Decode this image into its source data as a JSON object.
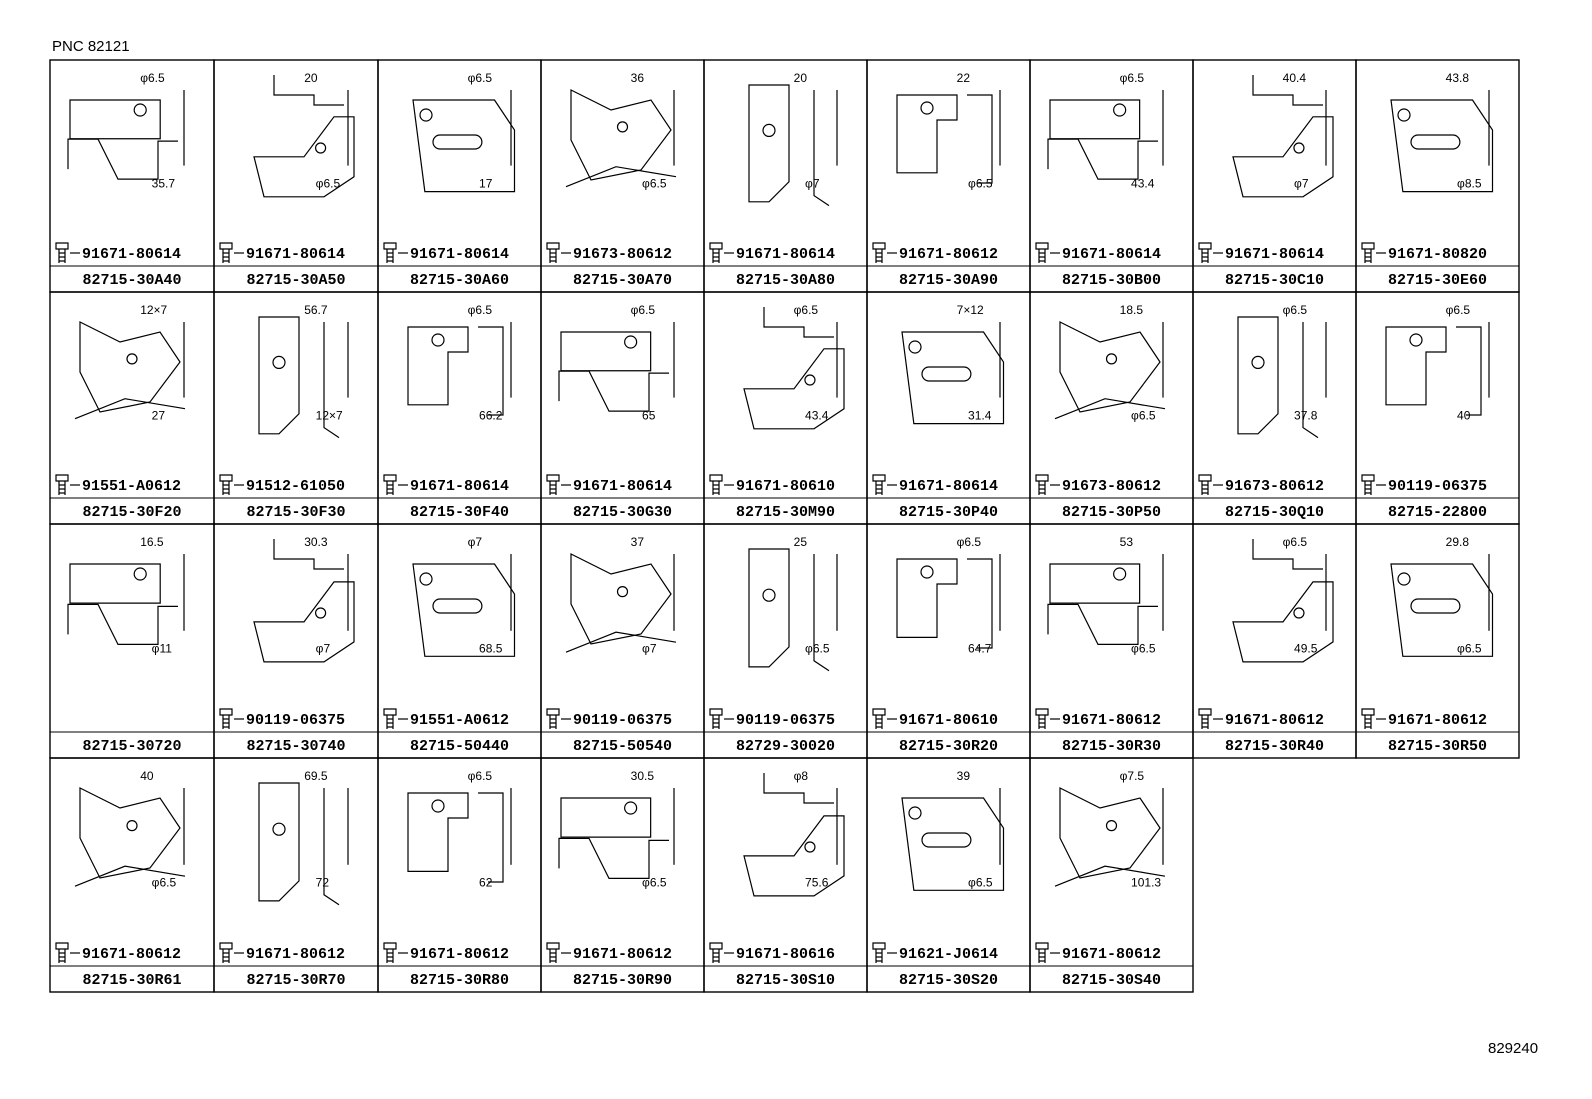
{
  "header": {
    "pnc": "PNC 82121"
  },
  "footer": {
    "ref": "829240"
  },
  "cells": [
    {
      "part": "82715-30A40",
      "bolt": "91671-80614",
      "dims": [
        "φ6.5",
        "35.7"
      ]
    },
    {
      "part": "82715-30A50",
      "bolt": "91671-80614",
      "dims": [
        "20",
        "φ6.5"
      ]
    },
    {
      "part": "82715-30A60",
      "bolt": "91671-80614",
      "dims": [
        "φ6.5",
        "17"
      ]
    },
    {
      "part": "82715-30A70",
      "bolt": "91673-80612",
      "dims": [
        "36",
        "φ6.5"
      ]
    },
    {
      "part": "82715-30A80",
      "bolt": "91671-80614",
      "dims": [
        "20",
        "φ7"
      ]
    },
    {
      "part": "82715-30A90",
      "bolt": "91671-80612",
      "dims": [
        "22",
        "φ6.5"
      ]
    },
    {
      "part": "82715-30B00",
      "bolt": "91671-80614",
      "dims": [
        "φ6.5",
        "43.4"
      ]
    },
    {
      "part": "82715-30C10",
      "bolt": "91671-80614",
      "dims": [
        "40.4",
        "φ7"
      ]
    },
    {
      "part": "82715-30E60",
      "bolt": "91671-80820",
      "dims": [
        "43.8",
        "φ8.5"
      ]
    },
    {
      "part": "82715-30F20",
      "bolt": "91551-A0612",
      "dims": [
        "12×7",
        "27"
      ]
    },
    {
      "part": "82715-30F30",
      "bolt": "91512-61050",
      "dims": [
        "56.7",
        "12×7"
      ]
    },
    {
      "part": "82715-30F40",
      "bolt": "91671-80614",
      "dims": [
        "φ6.5",
        "66.2"
      ]
    },
    {
      "part": "82715-30G30",
      "bolt": "91671-80614",
      "dims": [
        "φ6.5",
        "65"
      ]
    },
    {
      "part": "82715-30M90",
      "bolt": "91671-80610",
      "dims": [
        "φ6.5",
        "43.4"
      ]
    },
    {
      "part": "82715-30P40",
      "bolt": "91671-80614",
      "dims": [
        "7×12",
        "31.4"
      ]
    },
    {
      "part": "82715-30P50",
      "bolt": "91673-80612",
      "dims": [
        "18.5",
        "φ6.5"
      ]
    },
    {
      "part": "82715-30Q10",
      "bolt": "91673-80612",
      "dims": [
        "φ6.5",
        "37.8"
      ]
    },
    {
      "part": "82715-22800",
      "bolt": "90119-06375",
      "dims": [
        "φ6.5",
        "40"
      ]
    },
    {
      "part": "82715-30720",
      "bolt": "",
      "dims": [
        "16.5",
        "φ11"
      ]
    },
    {
      "part": "82715-30740",
      "bolt": "90119-06375",
      "dims": [
        "30.3",
        "φ7"
      ]
    },
    {
      "part": "82715-50440",
      "bolt": "91551-A0612",
      "dims": [
        "φ7",
        "68.5"
      ]
    },
    {
      "part": "82715-50540",
      "bolt": "90119-06375",
      "dims": [
        "37",
        "φ7"
      ]
    },
    {
      "part": "82729-30020",
      "bolt": "90119-06375",
      "dims": [
        "25",
        "φ6.5"
      ]
    },
    {
      "part": "82715-30R20",
      "bolt": "91671-80610",
      "dims": [
        "φ6.5",
        "64.7"
      ]
    },
    {
      "part": "82715-30R30",
      "bolt": "91671-80612",
      "dims": [
        "53",
        "φ6.5"
      ]
    },
    {
      "part": "82715-30R40",
      "bolt": "91671-80612",
      "dims": [
        "φ6.5",
        "49.5"
      ]
    },
    {
      "part": "82715-30R50",
      "bolt": "91671-80612",
      "dims": [
        "29.8",
        "φ6.5"
      ]
    },
    {
      "part": "82715-30R61",
      "bolt": "91671-80612",
      "dims": [
        "40",
        "φ6.5"
      ]
    },
    {
      "part": "82715-30R70",
      "bolt": "91671-80612",
      "dims": [
        "69.5",
        "72"
      ]
    },
    {
      "part": "82715-30R80",
      "bolt": "91671-80612",
      "dims": [
        "φ6.5",
        "62"
      ]
    },
    {
      "part": "82715-30R90",
      "bolt": "91671-80612",
      "dims": [
        "30.5",
        "φ6.5"
      ]
    },
    {
      "part": "82715-30S10",
      "bolt": "91671-80616",
      "dims": [
        "φ8",
        "75.6"
      ]
    },
    {
      "part": "82715-30S20",
      "bolt": "91621-J0614",
      "dims": [
        "39",
        "φ6.5"
      ]
    },
    {
      "part": "82715-30S40",
      "bolt": "91671-80612",
      "dims": [
        "φ7.5",
        "101.3"
      ]
    }
  ]
}
